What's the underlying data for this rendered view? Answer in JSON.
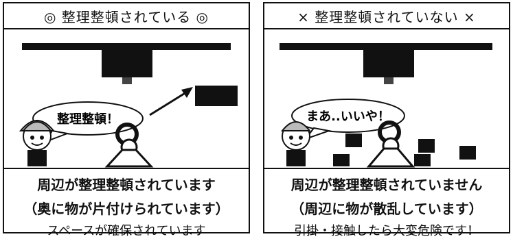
{
  "left": {
    "title": "◎ 整理整頓されている ◎",
    "bubble": "整理整頓！",
    "line1": "周辺が整理整頓されています",
    "line2": "（奥に物が片付けられています）",
    "line3": "スペースが確保されています"
  },
  "right": {
    "title": "× 整理整頓されていない ×",
    "bubble": "まあ..いいや！",
    "line1": "周辺が整理整頓されていません",
    "line2": "（周辺に物が散乱しています）",
    "line3": "引掛・接触したら大変危険です！"
  },
  "colors": {
    "ink": "#111111",
    "paper": "#ffffff",
    "gray": "#555555"
  }
}
